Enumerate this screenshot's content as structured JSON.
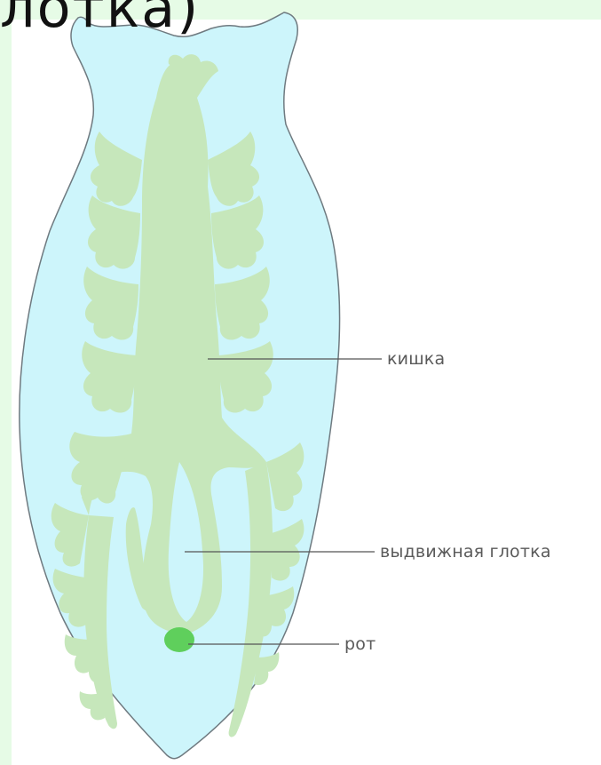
{
  "slide": {
    "heading_fragment": "лотка)",
    "labels": {
      "intestine": "кишка",
      "pharynx": "выдвижная глотка",
      "mouth": "рот"
    }
  },
  "colors": {
    "frame": "#e6fbe6",
    "body": "#cdf5fb",
    "body_outline": "#6f7a80",
    "gut": "#c6e7bb",
    "mouth": "#5fcf5c",
    "leader_line": "#555555",
    "label_text": "#5a5a5a"
  }
}
